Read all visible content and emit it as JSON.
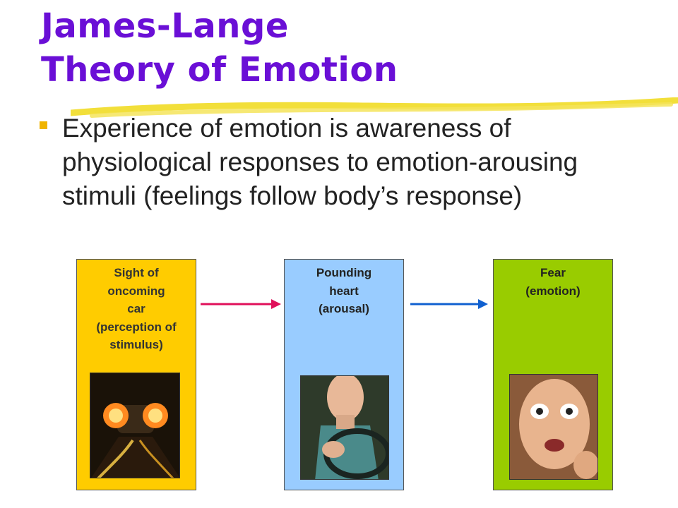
{
  "slide": {
    "title_line1": "James-Lange",
    "title_line2": "Theory of Emotion",
    "bullet": "Experience of emotion is awareness of physiological responses to emotion-arousing stimuli (feelings follow body’s response)"
  },
  "diagram": {
    "boxes": [
      {
        "caption": "Sight of\noncoming\ncar\n(perception of\nstimulus)",
        "color": "#ffcc00",
        "image": "car-headlights-night-image"
      },
      {
        "caption": "Pounding\nheart\n(arousal)",
        "color": "#99ccff",
        "image": "man-clutching-chest-driving-image"
      },
      {
        "caption": "Fear\n(emotion)",
        "color": "#99cc00",
        "image": "frightened-face-image"
      }
    ],
    "arrows": [
      {
        "color": "#e0105a",
        "icon": "arrow-right-icon"
      },
      {
        "color": "#1060d0",
        "icon": "arrow-right-icon"
      }
    ],
    "accent_colors": {
      "title": "#6a0fd6",
      "bullet": "#f0b400",
      "highlight": "#f2df3a"
    }
  }
}
